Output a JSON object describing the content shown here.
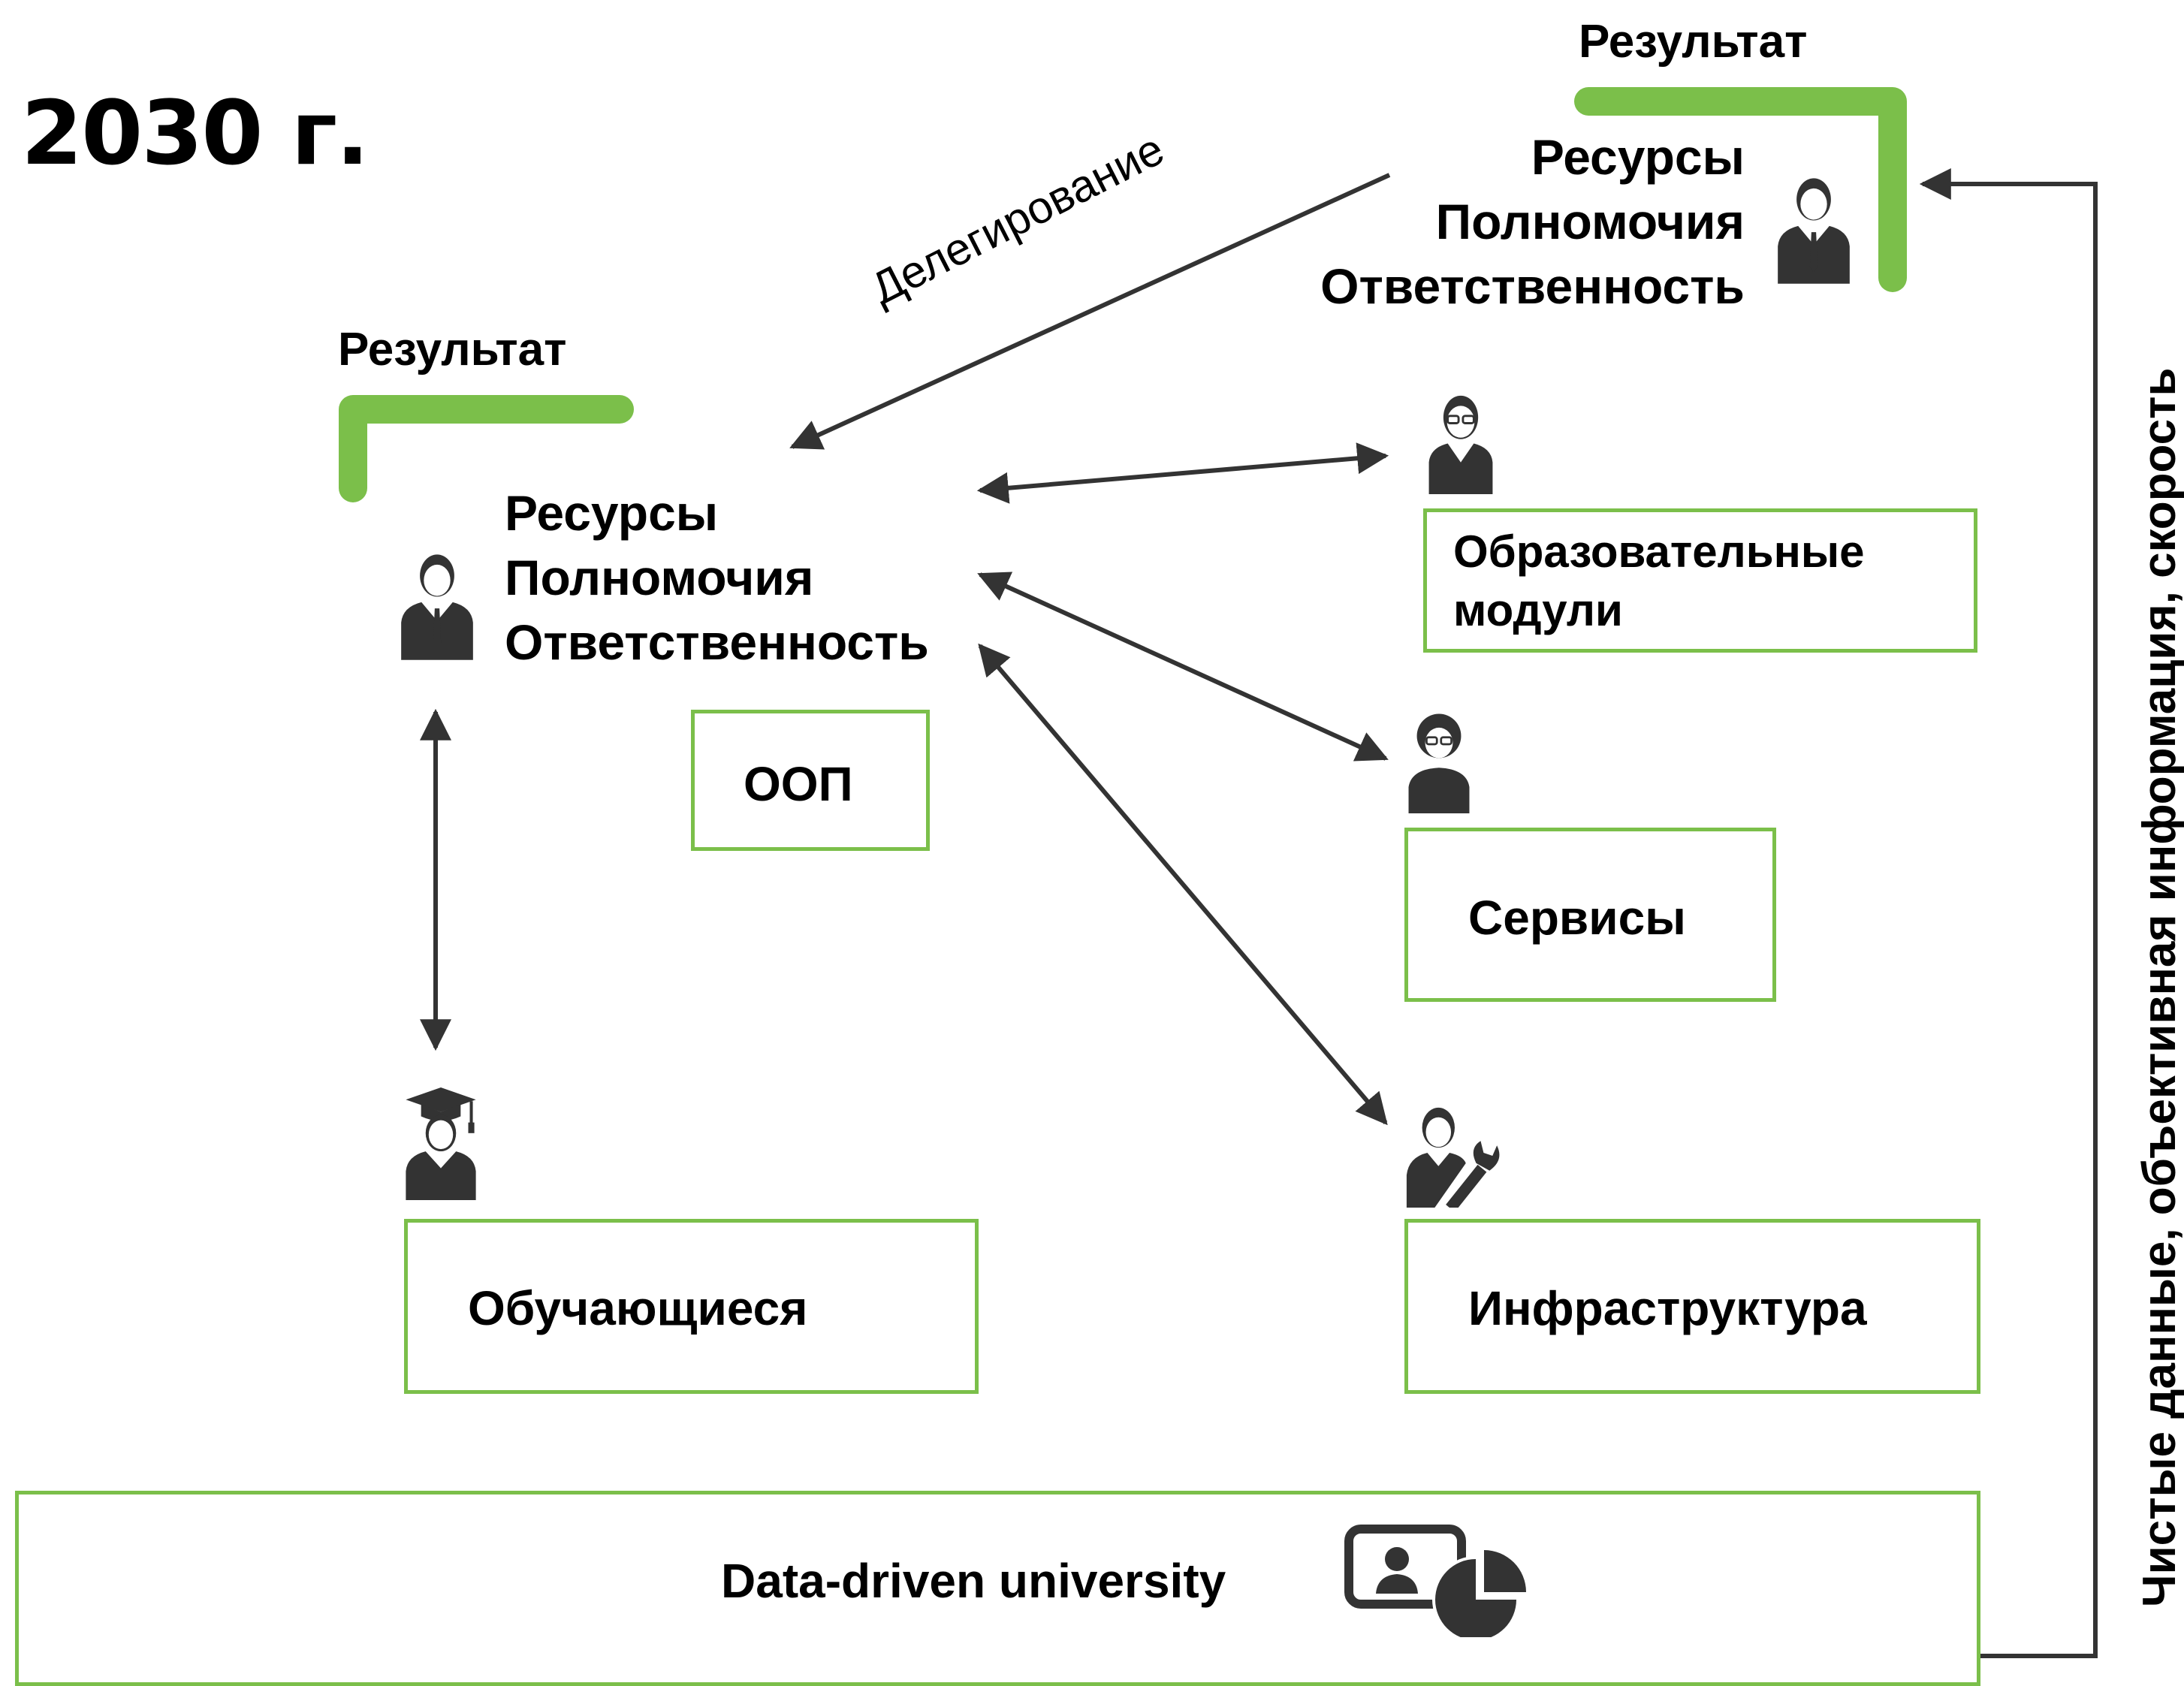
{
  "title": "2030 г.",
  "top_right": {
    "result_label": "Результат",
    "lines": [
      "Ресурсы",
      "Полномочия",
      "Ответственность"
    ]
  },
  "left": {
    "result_label": "Результат",
    "lines": [
      "Ресурсы",
      "Полномочия",
      "Ответственность"
    ]
  },
  "delegation_label": "Делегирование",
  "boxes": {
    "oop": "ООП",
    "modules": [
      "Образовательные",
      "модули"
    ],
    "services": "Сервисы",
    "learners": "Обучающиеся",
    "infrastructure": "Инфраструктура",
    "data_driven": "Data-driven university"
  },
  "feedback_label": "Чистые данные, объективная информация, скорость",
  "icons": {
    "manager_top": "manager-icon",
    "manager_left": "manager-icon",
    "teacher": "teacher-icon",
    "service_staff": "woman-icon",
    "engineer": "engineer-wrench-icon",
    "student": "graduate-icon",
    "dashboard": "dashboard-pie-chart-icon"
  },
  "colors": {
    "accent_green": "#7bbf4a",
    "arrow": "#333333",
    "icon": "#333333"
  }
}
